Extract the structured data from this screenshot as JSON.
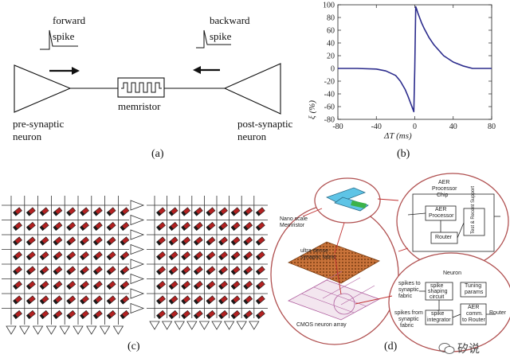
{
  "panel_a": {
    "caption": "(a)",
    "forward_label_1": "forward",
    "forward_label_2": "spike",
    "backward_label_1": "backward",
    "backward_label_2": "spike",
    "memristor_label": "memristor",
    "pre_label_1": "pre-synaptic",
    "pre_label_2": "neuron",
    "post_label_1": "post-synaptic",
    "post_label_2": "neuron"
  },
  "panel_b": {
    "caption": "(b)"
  },
  "panel_c": {
    "caption": "(c)"
  },
  "panel_d": {
    "caption": "(d)",
    "nano_label_1": "Nano scale",
    "nano_label_2": "Memristor",
    "fabric_label_1": "ultra-dense",
    "fabric_label_2": "synaptic fabric",
    "cmos_label": "CMOS neuron array",
    "aer_chip_1": "AER",
    "aer_chip_2": "Processor",
    "aer_chip_3": "Chip",
    "aer_proc_1": "AER",
    "aer_proc_2": "Processor",
    "test_label": "Test & Recent Support",
    "router_label": "Router",
    "neuron_title": "Neuron",
    "spikes_to_1": "spikes to",
    "spikes_to_2": "synaptic",
    "spikes_to_3": "fabric",
    "shaping_1": "spike",
    "shaping_2": "shaping",
    "shaping_3": "circuit",
    "tuning_1": "Tuning",
    "tuning_2": "params",
    "spikes_from_1": "spikes from",
    "spikes_from_2": "synaptic",
    "spikes_from_3": "fabric",
    "integrator_1": "spike",
    "integrator_2": "integrator",
    "aer_comm_1": "AER",
    "aer_comm_2": "comm.",
    "aer_comm_3": "to Router",
    "to_router": "Router",
    "watermark": "矽说"
  },
  "chart_data": {
    "type": "line",
    "title": "",
    "xlabel": "ΔT (ms)",
    "ylabel": "ξ (%)",
    "xlim": [
      -80,
      80
    ],
    "ylim": [
      -80,
      100
    ],
    "xticks": [
      -80,
      -40,
      0,
      40,
      80
    ],
    "yticks": [
      -80,
      -60,
      -40,
      -20,
      0,
      20,
      40,
      60,
      80,
      100
    ],
    "grid": false,
    "line_color": "#2b2b8c",
    "x": [
      -80,
      -60,
      -40,
      -30,
      -20,
      -15,
      -10,
      -7,
      -5,
      -3,
      -2,
      -1,
      0,
      1,
      2,
      3,
      5,
      7,
      10,
      15,
      20,
      30,
      40,
      50,
      60,
      80
    ],
    "y": [
      0,
      0,
      -1,
      -4,
      -11,
      -20,
      -33,
      -44,
      -52,
      -60,
      -64,
      -68,
      0,
      97,
      93,
      88,
      80,
      72,
      62,
      48,
      37,
      20,
      10,
      4,
      0,
      0
    ]
  }
}
